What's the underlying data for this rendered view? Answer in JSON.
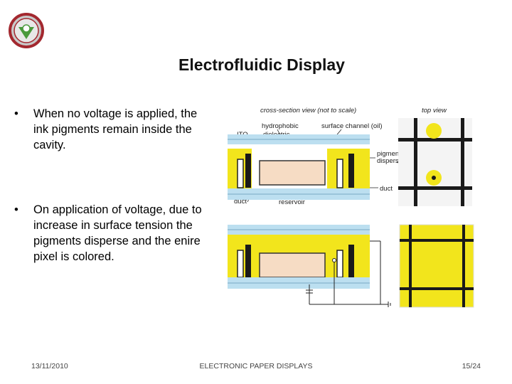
{
  "slide": {
    "title": "Electrofluidic Display",
    "bullets": [
      "When no voltage is applied, the ink pigments remain inside the cavity.",
      "On application of voltage, due to increase in surface tension the pigments disperse and the enire pixel is colored."
    ],
    "bullet_marker": "•"
  },
  "figure": {
    "labels": {
      "cross_section": "cross-section view (not to scale)",
      "top_view": "top view",
      "hydrophobic": "hydrophobic",
      "dielectric": "dielectric",
      "surface_channel": "surface channel (oil)",
      "ito": "ITO",
      "pigment": "pigment",
      "dispersion": "dispersion",
      "duct_right": "duct",
      "duct_left": "duct",
      "reservoir": "reservoir"
    },
    "colors": {
      "ink": "#f2e51c",
      "substrate": "#bcdff0",
      "reservoir": "#f6dcc4",
      "electrode": "#1a1a1a"
    }
  },
  "footer": {
    "date": "13/11/2010",
    "center": "ELECTRONIC PAPER DISPLAYS",
    "page": "15/24"
  }
}
